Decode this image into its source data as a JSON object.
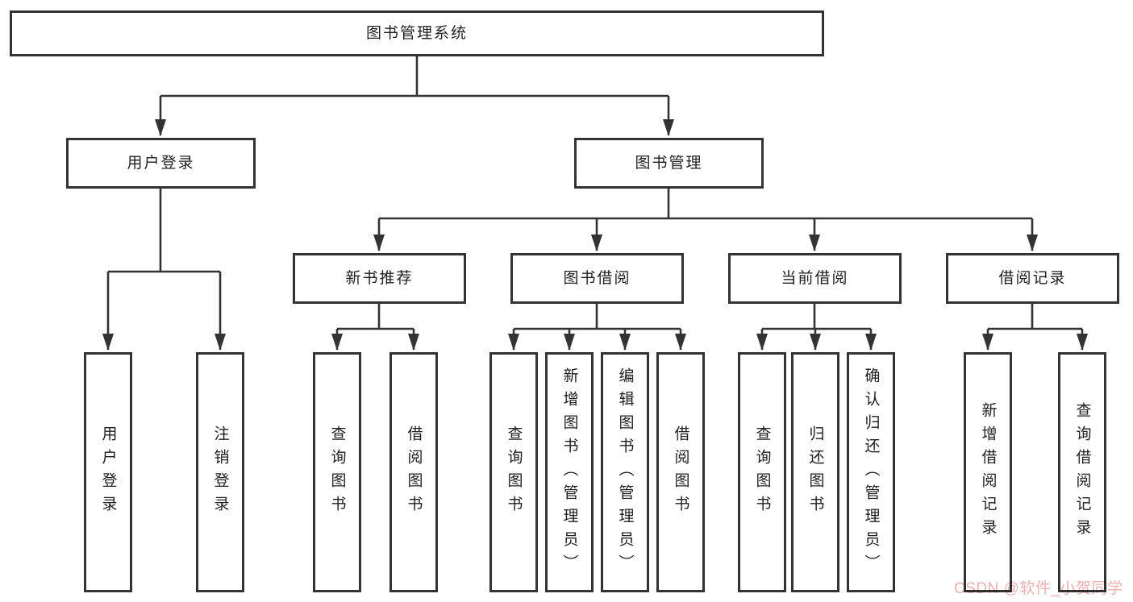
{
  "colors": {
    "line": "#333333",
    "text": "#1f1f1f",
    "background": "#ffffff",
    "watermark": "#efb0b0"
  },
  "watermark": {
    "text": "CSDN @软件_小贺同学"
  },
  "diagram": {
    "type": "hierarchy-tree",
    "root": {
      "label": "图书管理系统",
      "children": [
        {
          "label": "用户登录",
          "children": [
            {
              "label": "用户登录"
            },
            {
              "label": "注销登录"
            }
          ]
        },
        {
          "label": "图书管理",
          "children": [
            {
              "label": "新书推荐",
              "children": [
                {
                  "label": "查询图书"
                },
                {
                  "label": "借阅图书"
                }
              ]
            },
            {
              "label": "图书借阅",
              "children": [
                {
                  "label": "查询图书"
                },
                {
                  "label": "新增图书（管理员）"
                },
                {
                  "label": "编辑图书（管理员）"
                },
                {
                  "label": "借阅图书"
                }
              ]
            },
            {
              "label": "当前借阅",
              "children": [
                {
                  "label": "查询图书"
                },
                {
                  "label": "归还图书"
                },
                {
                  "label": "确认归还（管理员）"
                }
              ]
            },
            {
              "label": "借阅记录",
              "children": [
                {
                  "label": "新增借阅记录"
                },
                {
                  "label": "查询借阅记录"
                }
              ]
            }
          ]
        }
      ]
    }
  }
}
